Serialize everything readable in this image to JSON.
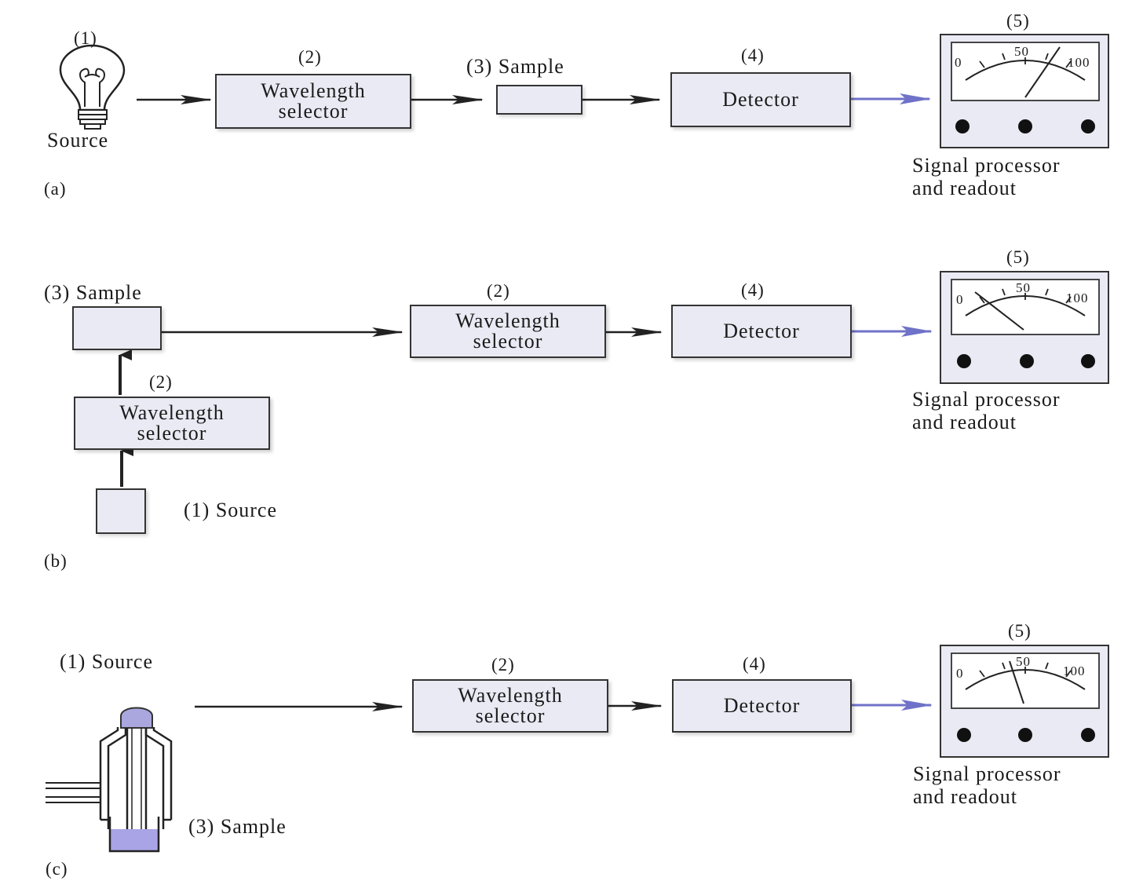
{
  "panels": {
    "a": {
      "tag": "(a)",
      "source": {
        "num": "(1)",
        "label": "Source"
      },
      "selector": {
        "num": "(2)",
        "line1": "Wavelength",
        "line2": "selector"
      },
      "sample": {
        "label": "(3) Sample"
      },
      "detector": {
        "num": "(4)",
        "label": "Detector"
      },
      "meter": {
        "num": "(5)",
        "t0": "0",
        "t50": "50",
        "t100": "100",
        "line1": "Signal processor",
        "line2": "and readout"
      }
    },
    "b": {
      "tag": "(b)",
      "sample": {
        "label": "(3) Sample"
      },
      "selector_vertical": {
        "num": "(2)",
        "line1": "Wavelength",
        "line2": "selector"
      },
      "source": {
        "label": "(1) Source"
      },
      "selector": {
        "num": "(2)",
        "line1": "Wavelength",
        "line2": "selector"
      },
      "detector": {
        "num": "(4)",
        "label": "Detector"
      },
      "meter": {
        "num": "(5)",
        "t0": "0",
        "t50": "50",
        "t100": "100",
        "line1": "Signal processor",
        "line2": "and readout"
      }
    },
    "c": {
      "tag": "(c)",
      "source": {
        "label": "(1) Source"
      },
      "sample": {
        "label": "(3) Sample"
      },
      "selector": {
        "num": "(2)",
        "line1": "Wavelength",
        "line2": "selector"
      },
      "detector": {
        "num": "(4)",
        "label": "Detector"
      },
      "meter": {
        "num": "(5)",
        "t0": "0",
        "t50": "50",
        "t100": "100",
        "line1": "Signal processor",
        "line2": "and readout"
      }
    }
  },
  "colors": {
    "box_fill": "#e9eaf3",
    "signal_arrow": "#6f72c8",
    "line": "#222222",
    "sample_liquid": "#a9a4e6",
    "nozzle_cap": "#a9a7de"
  },
  "icons": {
    "source_a": "light-bulb-icon",
    "source_c": "flame-burner-icon",
    "readout": "analog-meter-icon"
  }
}
